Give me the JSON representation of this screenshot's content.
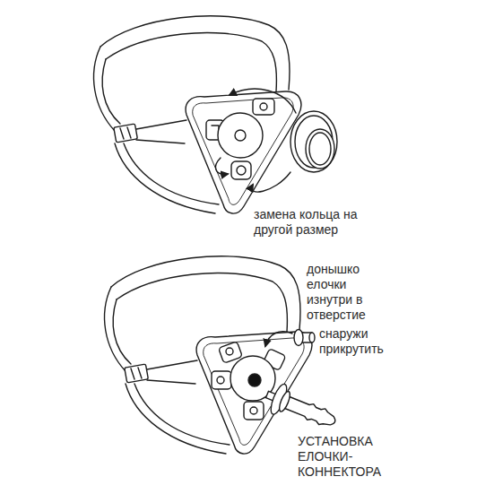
{
  "diagram": {
    "labels": [
      "замена кольца на другой размер",
      "донышко елочки изнутри в отверстие",
      "снаружи прикрутить",
      "УСТАНОВКА ЕЛОЧКИ-КОННЕКТОРА"
    ]
  }
}
